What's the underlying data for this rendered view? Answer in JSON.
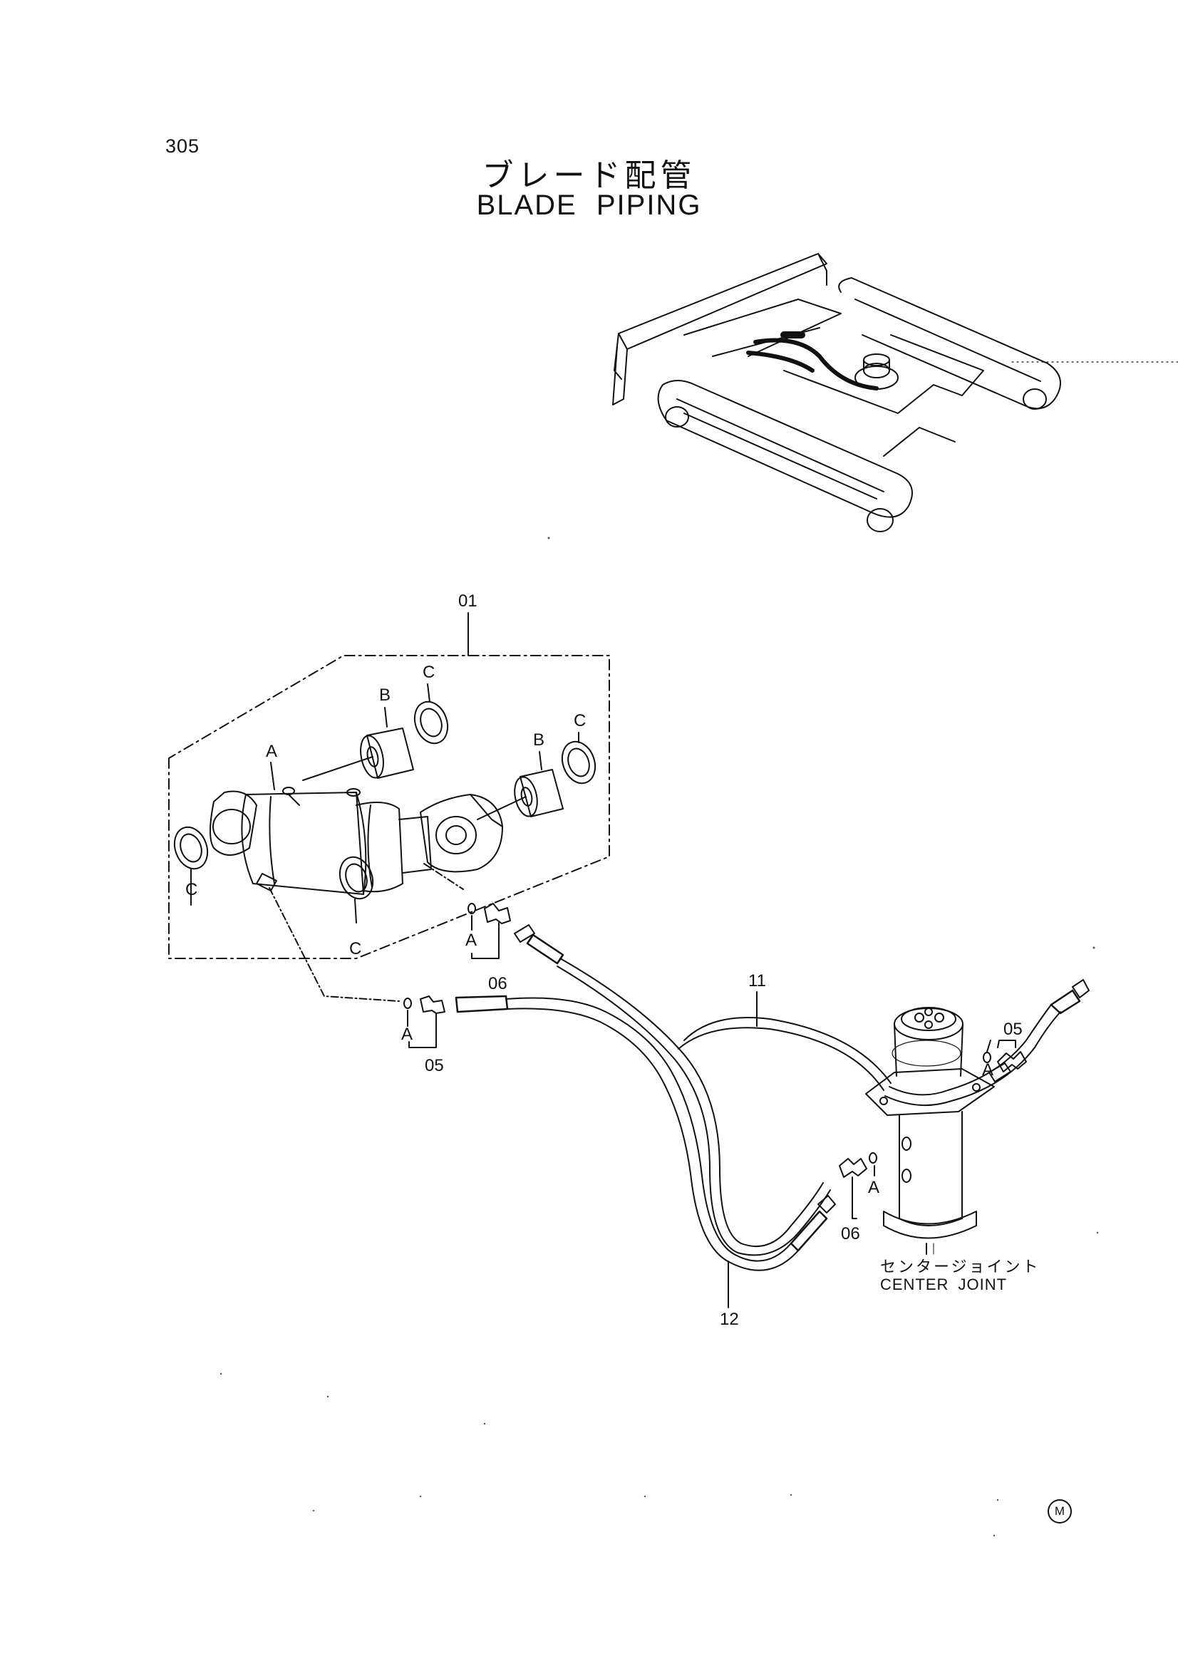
{
  "page_number": "305",
  "title_jp": "ブレード配管",
  "title_en": "BLADE PIPING",
  "callouts": {
    "cylinder_assembly": "01",
    "fitting_05_left": "05",
    "fitting_06_left": "06",
    "fitting_05_right": "05",
    "fitting_06_right": "06",
    "hose_11": "11",
    "hose_12": "12",
    "a_top": "A",
    "b_left": "B",
    "c_left_top": "C",
    "b_right": "B",
    "c_right_top": "C",
    "c_left_bottom": "C",
    "c_center_bottom": "C",
    "a_oring_06": "A",
    "a_oring_05": "A",
    "a_oring_05_right": "A",
    "a_oring_06_right": "A"
  },
  "center_joint": {
    "label_jp": "センタージョイント",
    "label_en": "CENTER JOINT"
  },
  "mark": "M"
}
